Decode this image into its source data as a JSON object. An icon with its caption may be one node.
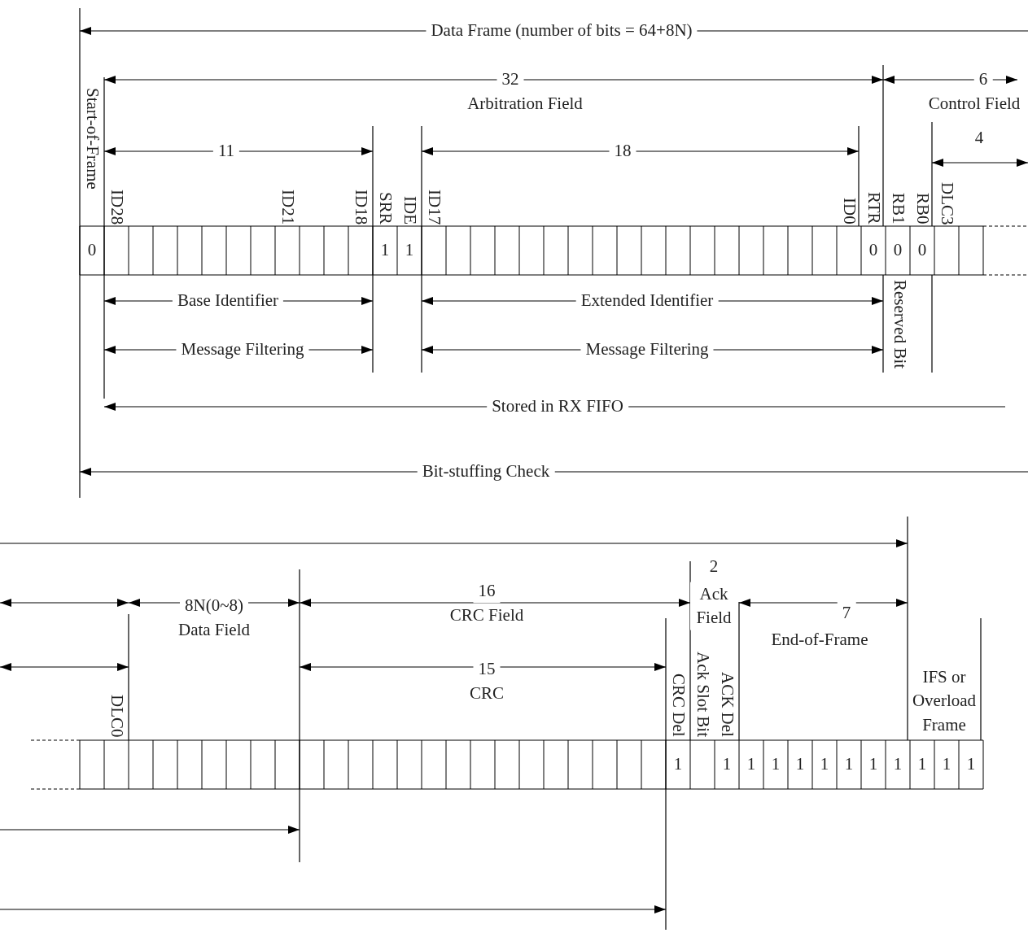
{
  "diagram": {
    "labels": [
      "Data Frame (number of bits = 64+8N)",
      "32",
      "Arbitration Field",
      "6",
      "Control Field",
      "Start-of-Frame",
      "11",
      "18",
      "4",
      "ID28",
      "ID21",
      "ID18",
      "SRR",
      "IDE",
      "ID17",
      "ID0",
      "RTR",
      "RB1",
      "RB0",
      "DLC3",
      "0",
      "1",
      "1",
      "0",
      "0",
      "0",
      "Base Identifier",
      "Extended Identifier",
      "Reserved Bit",
      "Message Filtering",
      "Message Filtering",
      "Stored in RX FIFO",
      "Bit-stuffing Check",
      "2",
      "Ack Field",
      "8N(0~8)",
      "16",
      "7",
      "Data Field",
      "CRC Field",
      "End-of-Frame",
      "15",
      "CRC",
      "DLC0",
      "CRC Del",
      "Ack Slot Bit",
      "ACK Del",
      "IFS or Overload Frame",
      "1",
      "1",
      "1",
      "1",
      "1",
      "1",
      "1",
      "1",
      "1",
      "1",
      "1",
      "1"
    ]
  }
}
